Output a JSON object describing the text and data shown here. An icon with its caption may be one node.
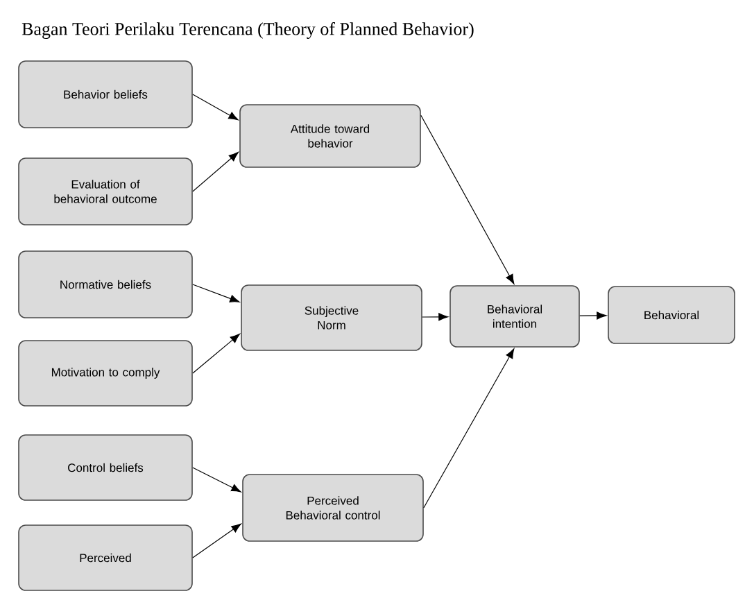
{
  "diagram": {
    "title": "Bagan Teori Perilaku Terencana (Theory of Planned Behavior)",
    "nodes": [
      {
        "text": [
          "Behavior beliefs"
        ]
      },
      {
        "text": [
          "Evaluation of behavioral outcome"
        ]
      },
      {
        "text": [
          "Normative beliefs"
        ]
      },
      {
        "text": [
          "Motivation to comply"
        ]
      },
      {
        "text": [
          "Control beliefs"
        ]
      },
      {
        "text": [
          "Perceived"
        ]
      },
      {
        "text": [
          "Attitude toward behavior"
        ]
      },
      {
        "text": [
          "Subjective Norm"
        ]
      },
      {
        "text": [
          "Perceived Behavioral control"
        ]
      },
      {
        "text": [
          "Behavioral intention"
        ]
      },
      {
        "text": [
          "Behavioral"
        ]
      }
    ],
    "edges": [
      {
        "from": 0,
        "to": 6,
        "arrow": "to"
      },
      {
        "from": 1,
        "to": 6,
        "arrow": "to"
      },
      {
        "from": 2,
        "to": 7,
        "arrow": "to"
      },
      {
        "from": 3,
        "to": 7,
        "arrow": "to"
      },
      {
        "from": 4,
        "to": 8,
        "arrow": "to"
      },
      {
        "from": 5,
        "to": 8,
        "arrow": "to"
      },
      {
        "from": 6,
        "to": 9,
        "arrow": "to"
      },
      {
        "from": 7,
        "to": 9,
        "arrow": "to"
      },
      {
        "from": 8,
        "to": 9,
        "arrow": "to"
      },
      {
        "from": 9,
        "to": 10,
        "arrow": "to"
      }
    ]
  }
}
